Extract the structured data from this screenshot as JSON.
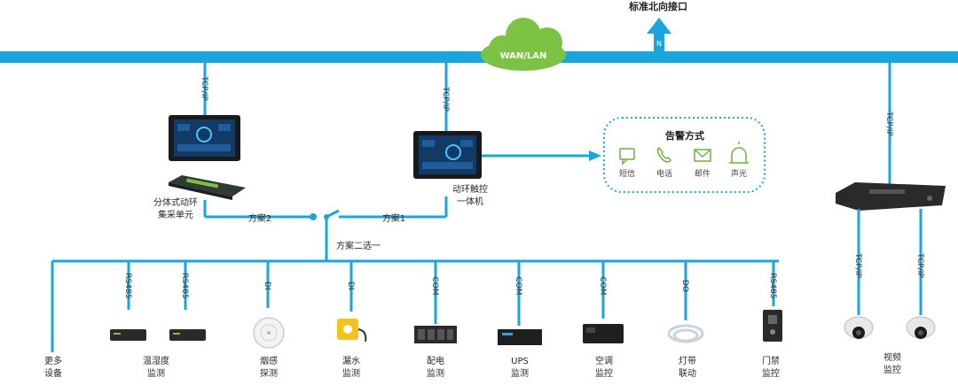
{
  "top_label": "标准北向接口",
  "cloud_label": "WAN/LAN",
  "arrow_letter": "N",
  "colors": {
    "bus": "#19a6dc",
    "cloud": "#7cc243",
    "alarm_icon": "#6db33f",
    "border_dots": "#1ba9d6"
  },
  "links": {
    "tcp_left": "TCP/IP",
    "tcp_mid": "TCP/IP",
    "tcp_right": "TCP/IP",
    "tcp_cam1": "TCP/IP",
    "tcp_cam2": "TCP/IP"
  },
  "distributed_unit": {
    "line1": "分体式动环",
    "line2": "集采单元"
  },
  "all_in_one": {
    "line1": "动环触控",
    "line2": "一体机"
  },
  "scheme": {
    "plan1": "方案1",
    "plan2": "方案2",
    "choose": "方案二选一"
  },
  "alarm": {
    "title": "告警方式",
    "methods": [
      {
        "label": "短信",
        "icon": "message-icon"
      },
      {
        "label": "电话",
        "icon": "phone-icon"
      },
      {
        "label": "邮件",
        "icon": "mail-icon"
      },
      {
        "label": "声光",
        "icon": "alarm-light-icon"
      }
    ]
  },
  "devices": [
    {
      "port": "RS485",
      "line1": "",
      "line2": ""
    },
    {
      "port": "RS485",
      "line1": "温湿度",
      "line2": "监测"
    },
    {
      "port": "DI",
      "line1": "烟感",
      "line2": "探测"
    },
    {
      "port": "DI",
      "line1": "漏水",
      "line2": "监测"
    },
    {
      "port": "COM",
      "line1": "配电",
      "line2": "监测"
    },
    {
      "port": "COM",
      "line1": "UPS",
      "line2": "监测"
    },
    {
      "port": "COM",
      "line1": "空调",
      "line2": "监控"
    },
    {
      "port": "DO",
      "line1": "灯带",
      "line2": "联动"
    },
    {
      "port": "RS485",
      "line1": "门禁",
      "line2": "监控"
    }
  ],
  "more_devices": {
    "line1": "更多",
    "line2": "设备"
  },
  "video": {
    "line1": "视频",
    "line2": "监控"
  }
}
